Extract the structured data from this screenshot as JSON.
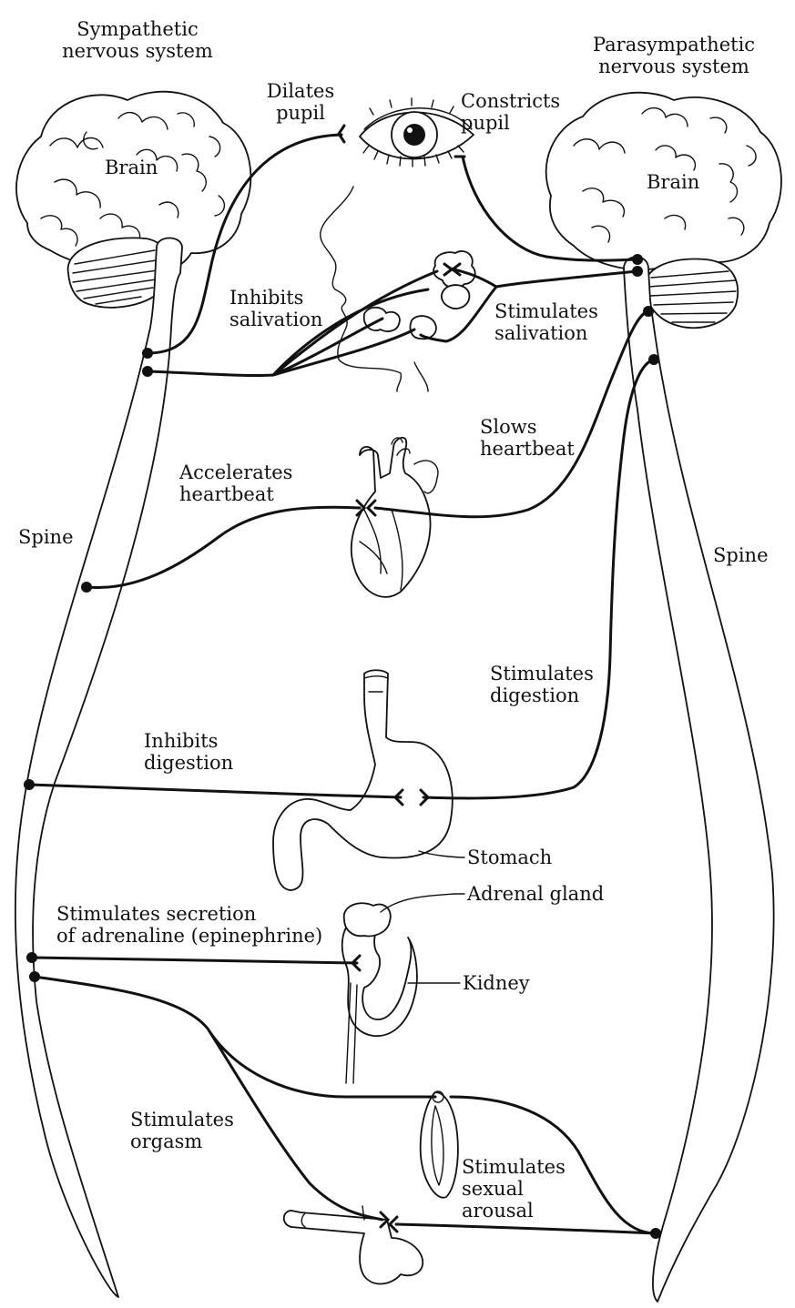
{
  "labels": {
    "sympathetic_line1": "Sympathetic",
    "sympathetic_line2": "nervous system",
    "parasympathetic_line1": "Parasympathetic",
    "parasympathetic_line2": "nervous system",
    "brain_left": "Brain",
    "brain_right": "Brain",
    "dilates_pupil_1": "Dilates",
    "dilates_pupil_2": "pupil",
    "constricts_pupil_1": "Constricts",
    "constricts_pupil_2": "pupil",
    "inhibits_salivation_1": "Inhibits",
    "inhibits_salivation_2": "salivation",
    "stimulates_salivation_1": "Stimulates",
    "stimulates_salivation_2": "salivation",
    "slows_heartbeat_1": "Slows",
    "slows_heartbeat_2": "heartbeat",
    "accelerates_heartbeat_1": "Accelerates",
    "accelerates_heartbeat_2": "heartbeat",
    "spine_left": "Spine",
    "spine_right": "Spine",
    "stimulates_digestion_1": "Stimulates",
    "stimulates_digestion_2": "digestion",
    "inhibits_digestion_1": "Inhibits",
    "inhibits_digestion_2": "digestion",
    "stomach": "Stomach",
    "adrenaline_1": "Stimulates secretion",
    "adrenaline_2": "of adrenaline (epinephrine)",
    "adrenal_gland": "Adrenal gland",
    "kidney": "Kidney",
    "orgasm_1": "Stimulates",
    "orgasm_2": "orgasm",
    "arousal_1": "Stimulates",
    "arousal_2": "sexual",
    "arousal_3": "arousal"
  }
}
